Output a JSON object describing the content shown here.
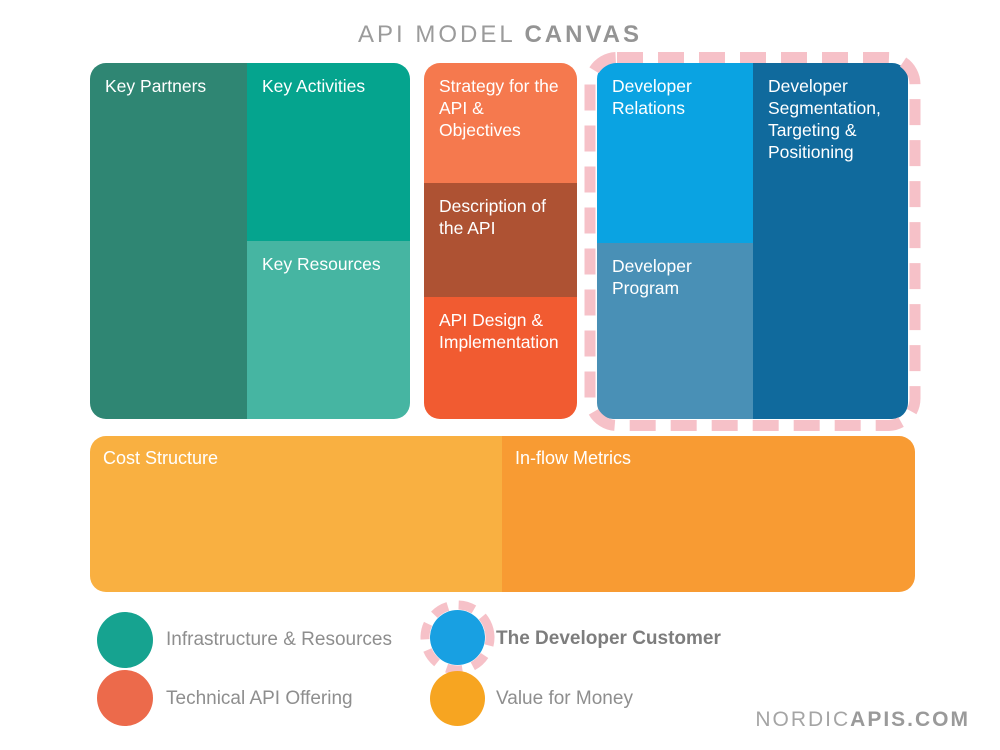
{
  "title": {
    "light": "API MODEL ",
    "bold": "CANVAS"
  },
  "blocks": {
    "key_partners": "Key Partners",
    "key_activities": "Key Activities",
    "key_resources": "Key Resources",
    "strategy": "Strategy for the\nAPI & Objectives",
    "description": "Description of\nthe API",
    "design": "API Design &\nImplementation",
    "relations": "Developer\nRelations",
    "segmentation": "Developer\nSegmentation,\nTargeting &\nPositioning",
    "program": "Developer\nProgram",
    "cost_structure": "Cost Structure",
    "inflow_metrics": "In-flow Metrics"
  },
  "legend": {
    "items": [
      {
        "label": "Infrastructure & Resources",
        "color": "#16a390"
      },
      {
        "label": "Technical API Offering",
        "color": "#ec6a4b"
      },
      {
        "label": "The Developer Customer",
        "color": "#18a0e2",
        "highlighted": true
      },
      {
        "label": "Value for Money",
        "color": "#f7a521"
      }
    ]
  },
  "footer": {
    "light": "NORDIC",
    "bold": "APIS.COM"
  },
  "colors": {
    "key_partners": "#2f8673",
    "key_activities": "#05a48e",
    "key_resources": "#46b5a2",
    "strategy": "#f5794e",
    "description": "#ae5233",
    "design": "#f15b31",
    "relations": "#0aa3e2",
    "program": "#4990b6",
    "segmentation": "#106a9d",
    "cost_structure": "#f9b041",
    "inflow_metrics": "#f89b33",
    "highlight_dash": "#f6c1c8",
    "title_gray": "#9b9b9b",
    "legend_text_gray": "#8e8e8e"
  }
}
